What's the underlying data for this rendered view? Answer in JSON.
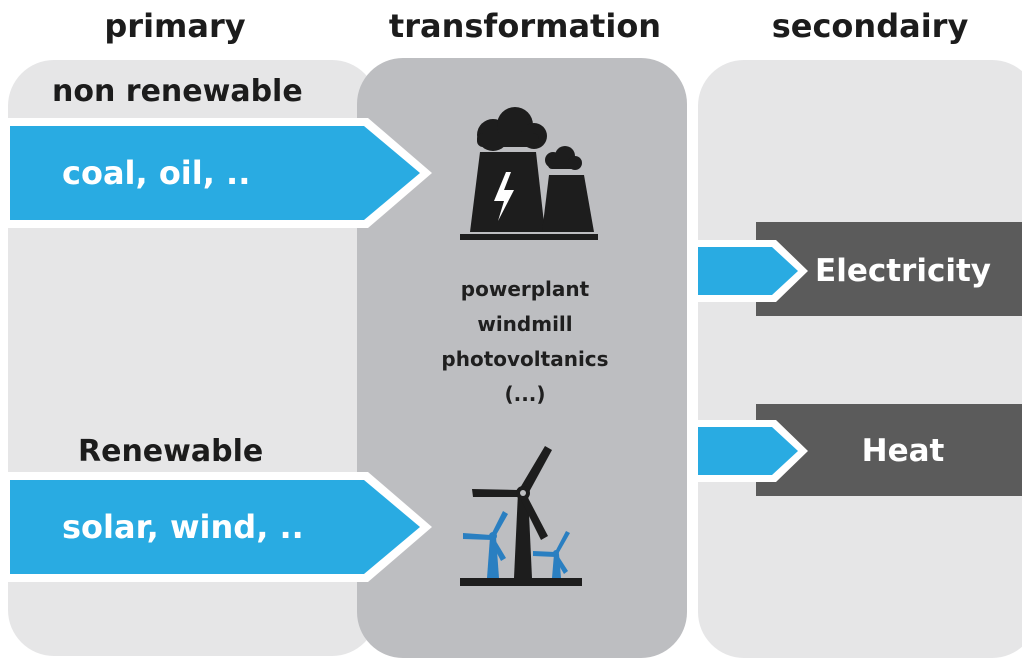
{
  "columns": {
    "primary": "primary",
    "transformation": "transformation",
    "secondary": "secondairy"
  },
  "primary": {
    "non_renewable": {
      "title": "non renewable",
      "examples": "coal, oil, .."
    },
    "renewable": {
      "title": "Renewable",
      "examples": "solar, wind, .."
    }
  },
  "transformation": {
    "technologies": [
      "powerplant",
      "windmill",
      "photovoltanics",
      "(...)"
    ],
    "icons": [
      "power-plant-icon",
      "wind-turbine-icon"
    ]
  },
  "secondary": {
    "outputs": [
      "Electricity",
      "Heat"
    ]
  },
  "colors": {
    "arrow_blue": "#29abe2",
    "output_gray": "#5b5b5b",
    "panel_light": "#e6e6e7",
    "panel_dark": "#bdbec1",
    "icon_dark": "#1d1d1d",
    "icon_blue": "#2a7fc1"
  }
}
